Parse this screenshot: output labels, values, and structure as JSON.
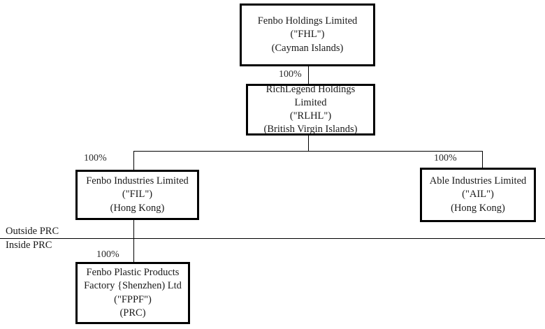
{
  "diagram": {
    "title": "Corporate ownership structure chart",
    "accent_color": "#000000",
    "background_color": "#ffffff",
    "text_color": "#1a1a1a"
  },
  "entities": {
    "fhl": {
      "name": "Fenbo Holdings Limited",
      "abbr": "(\"FHL\")",
      "jurisdiction": "(Cayman Islands)"
    },
    "rlhl": {
      "name_line1": "RichLegend Holdings",
      "name_line2": "Limited",
      "abbr": "(\"RLHL\")",
      "jurisdiction": "(British Virgin Islands)"
    },
    "fil": {
      "name": "Fenbo Industries Limited",
      "abbr": "(\"FIL\")",
      "jurisdiction": "(Hong Kong)"
    },
    "ail": {
      "name": "Able Industries Limited",
      "abbr": "(\"AIL\")",
      "jurisdiction": "(Hong Kong)"
    },
    "fppf": {
      "name_line1": "Fenbo Plastic Products",
      "name_line2": "Factory {Shenzhen) Ltd",
      "abbr": "(\"FPPF\")",
      "jurisdiction": "(PRC)"
    }
  },
  "ownership": {
    "fhl_to_rlhl": "100%",
    "rlhl_to_fil": "100%",
    "rlhl_to_ail": "100%",
    "fil_to_fppf": "100%"
  },
  "jurisdiction_divider": {
    "above_label": "Outside PRC",
    "below_label": "Inside PRC"
  },
  "chart_data": {
    "type": "diagram",
    "subtype": "organizational-hierarchy",
    "title": "Corporate ownership structure chart",
    "nodes": [
      {
        "id": "FHL",
        "label": "Fenbo Holdings Limited",
        "abbr": "FHL",
        "jurisdiction": "Cayman Islands",
        "region": "Outside PRC",
        "level": 0
      },
      {
        "id": "RLHL",
        "label": "RichLegend Holdings Limited",
        "abbr": "RLHL",
        "jurisdiction": "British Virgin Islands",
        "region": "Outside PRC",
        "level": 1
      },
      {
        "id": "FIL",
        "label": "Fenbo Industries Limited",
        "abbr": "FIL",
        "jurisdiction": "Hong Kong",
        "region": "Outside PRC",
        "level": 2
      },
      {
        "id": "AIL",
        "label": "Able Industries Limited",
        "abbr": "AIL",
        "jurisdiction": "Hong Kong",
        "region": "Outside PRC",
        "level": 2
      },
      {
        "id": "FPPF",
        "label": "Fenbo Plastic Products Factory {Shenzhen) Ltd",
        "abbr": "FPPF",
        "jurisdiction": "PRC",
        "region": "Inside PRC",
        "level": 3
      }
    ],
    "edges": [
      {
        "from": "FHL",
        "to": "RLHL",
        "label": "100%",
        "value": 100
      },
      {
        "from": "RLHL",
        "to": "FIL",
        "label": "100%",
        "value": 100
      },
      {
        "from": "RLHL",
        "to": "AIL",
        "label": "100%",
        "value": 100
      },
      {
        "from": "FIL",
        "to": "FPPF",
        "label": "100%",
        "value": 100
      }
    ],
    "regions": [
      "Outside PRC",
      "Inside PRC"
    ]
  }
}
